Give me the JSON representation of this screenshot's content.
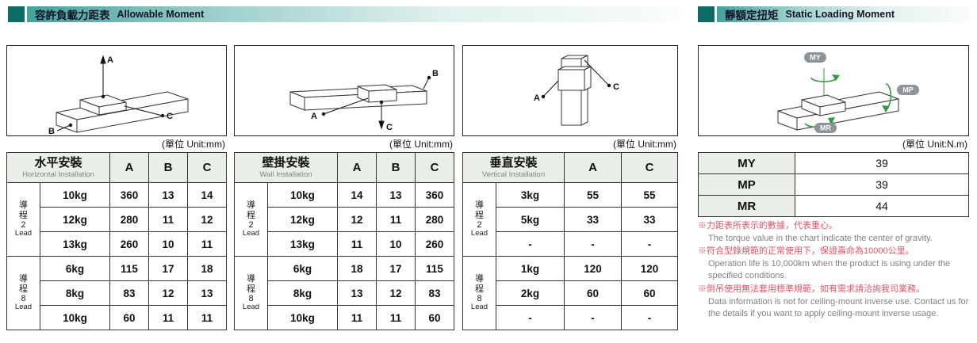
{
  "headers": {
    "left": {
      "zh": "容許負載力距表",
      "en": "Allowable Moment"
    },
    "right": {
      "zh": "靜額定扭矩",
      "en": "Static Loading Moment"
    }
  },
  "units": {
    "mm": "(單位  Unit:mm)",
    "nm": "(單位  Unit:N.m)"
  },
  "diagram_labels": {
    "a": "A",
    "b": "B",
    "c": "C",
    "my": "MY",
    "mp": "MP",
    "mr": "MR"
  },
  "tables": {
    "horizontal": {
      "title_zh": "水平安裝",
      "title_en": "Horizontal Installation",
      "col_a": "A",
      "col_b": "B",
      "col_c": "C",
      "groups": [
        {
          "lead_zh": "導程",
          "lead_num": "2",
          "lead_en": "Lead",
          "rows": [
            {
              "w": "10kg",
              "a": "360",
              "b": "13",
              "c": "14"
            },
            {
              "w": "12kg",
              "a": "280",
              "b": "11",
              "c": "12"
            },
            {
              "w": "13kg",
              "a": "260",
              "b": "10",
              "c": "11"
            }
          ]
        },
        {
          "lead_zh": "導程",
          "lead_num": "8",
          "lead_en": "Lead",
          "rows": [
            {
              "w": "6kg",
              "a": "115",
              "b": "17",
              "c": "18"
            },
            {
              "w": "8kg",
              "a": "83",
              "b": "12",
              "c": "13"
            },
            {
              "w": "10kg",
              "a": "60",
              "b": "11",
              "c": "11"
            }
          ]
        }
      ]
    },
    "wall": {
      "title_zh": "壁掛安裝",
      "title_en": "Wall Installation",
      "col_a": "A",
      "col_b": "B",
      "col_c": "C",
      "groups": [
        {
          "lead_zh": "導程",
          "lead_num": "2",
          "lead_en": "Lead",
          "rows": [
            {
              "w": "10kg",
              "a": "14",
              "b": "13",
              "c": "360"
            },
            {
              "w": "12kg",
              "a": "12",
              "b": "11",
              "c": "280"
            },
            {
              "w": "13kg",
              "a": "11",
              "b": "10",
              "c": "260"
            }
          ]
        },
        {
          "lead_zh": "導程",
          "lead_num": "8",
          "lead_en": "Lead",
          "rows": [
            {
              "w": "6kg",
              "a": "18",
              "b": "17",
              "c": "115"
            },
            {
              "w": "8kg",
              "a": "13",
              "b": "12",
              "c": "83"
            },
            {
              "w": "10kg",
              "a": "11",
              "b": "11",
              "c": "60"
            }
          ]
        }
      ]
    },
    "vertical": {
      "title_zh": "垂直安裝",
      "title_en": "Vertical Installation",
      "col_a": "A",
      "col_c": "C",
      "groups": [
        {
          "lead_zh": "導程",
          "lead_num": "2",
          "lead_en": "Lead",
          "rows": [
            {
              "w": "3kg",
              "a": "55",
              "c": "55"
            },
            {
              "w": "5kg",
              "a": "33",
              "c": "33"
            },
            {
              "w": "-",
              "a": "-",
              "c": "-"
            }
          ]
        },
        {
          "lead_zh": "導程",
          "lead_num": "8",
          "lead_en": "Lead",
          "rows": [
            {
              "w": "1kg",
              "a": "120",
              "c": "120"
            },
            {
              "w": "2kg",
              "a": "60",
              "c": "60"
            },
            {
              "w": "-",
              "a": "-",
              "c": "-"
            }
          ]
        }
      ]
    },
    "static": {
      "rows": [
        {
          "label": "MY",
          "value": "39"
        },
        {
          "label": "MP",
          "value": "39"
        },
        {
          "label": "MR",
          "value": "44"
        }
      ]
    }
  },
  "notes": [
    {
      "zh": "※力距表所表示的數據，代表重心。",
      "en": "The torque value in the chart indicate the center of gravity."
    },
    {
      "zh": "※符合型錄規範的正常使用下，保證壽命為10000公里。",
      "en": "Operation life is 10,000km when the product is using under the specified conditions."
    },
    {
      "zh": "※倒吊使用無法套用標準規範，如有需求請洽詢我司業務。",
      "en": "Data information is not for ceiling-mount inverse use. Contact us for the details if you want to apply ceiling-mount inverse usage."
    }
  ]
}
